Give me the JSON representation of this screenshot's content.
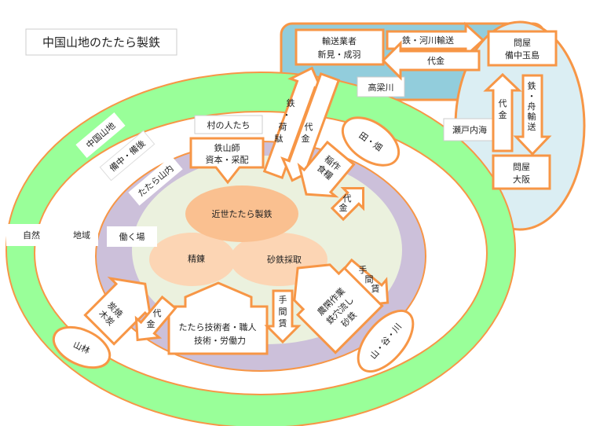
{
  "title": "中国山地のたたら製鉄",
  "colors": {
    "outline": "#f79646",
    "nature": "#99ff99",
    "work": "#ccc0da",
    "core": "#ebf1de",
    "river": "#92cddc",
    "sea": "#dbeef3",
    "center": "#fac090",
    "sub": "#fcd5b4"
  },
  "rings": {
    "nature": "自然",
    "region": "地域",
    "workplace": "働く場",
    "villagers": "村の人たち",
    "chugoku": "中国山地",
    "bicchu": "備中・備後",
    "sannai": "たたら山内"
  },
  "core": {
    "main": "近世たたら製鉄",
    "refining": "精錬",
    "sand_iron": "砂鉄採取"
  },
  "boxes": {
    "tetsuyamashi": [
      "鉄山師",
      "資本・采配"
    ],
    "craftsmen": [
      "たたら技術者・職人",
      "技術・労働力"
    ],
    "transporter": [
      "輸送業者",
      "新見・成羽"
    ],
    "tonya_tamashima": [
      "問屋",
      "備中玉島"
    ],
    "tonya_osaka": [
      "問屋",
      "大阪"
    ]
  },
  "places": {
    "takahashi": "高梁川",
    "seto": "瀬戸内海",
    "fields": "田・畑",
    "forest": "山林",
    "mountains": "山・谷・川"
  },
  "arrows": {
    "river_transport": "鉄・河川輸送",
    "payment_river": "代金",
    "payment_sea": [
      "代",
      "金"
    ],
    "ship_transport": [
      "鉄",
      "・",
      "舟",
      "輸",
      "送"
    ],
    "pack_horse": [
      "鉄",
      "・",
      "荷",
      "駄"
    ],
    "payment_pack": [
      "代",
      "金"
    ],
    "rice": [
      "稲作",
      "食糧"
    ],
    "payment_rice": [
      "代",
      "金"
    ],
    "wage_right": [
      "手",
      "間",
      "賃"
    ],
    "farm_work": [
      "農閑作業",
      "鉄穴流し",
      "砂鉄"
    ],
    "wage_center": [
      "手",
      "間",
      "賃"
    ],
    "charcoal": [
      "炭焼",
      "木炭"
    ],
    "payment_charcoal": [
      "代",
      "金"
    ]
  }
}
